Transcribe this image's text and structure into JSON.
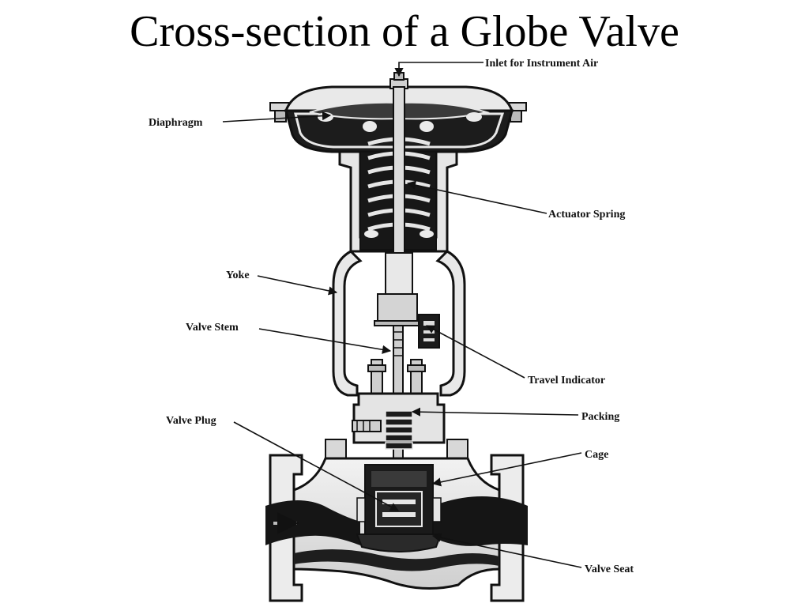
{
  "title": "Cross-section of a Globe Valve",
  "labels": {
    "inlet": "Inlet for Instrument Air",
    "diaphragm": "Diaphragm",
    "actuator_spring": "Actuator Spring",
    "yoke": "Yoke",
    "valve_stem": "Valve Stem",
    "travel_indicator": "Travel Indicator",
    "packing": "Packing",
    "valve_plug": "Valve Plug",
    "cage": "Cage",
    "valve_seat": "Valve Seat"
  },
  "colors": {
    "ink": "#111111",
    "dark_fill": "#1e1e1e",
    "mid_fill": "#8a8a8a",
    "light_fill": "#e6e6e6",
    "background": "#ffffff"
  }
}
